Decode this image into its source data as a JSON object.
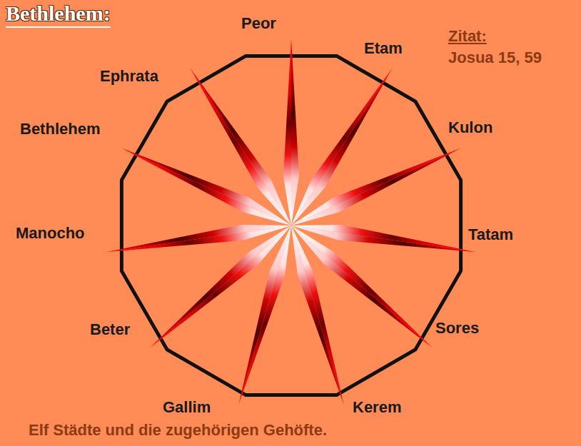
{
  "diagram": {
    "title": "Bethlehem:",
    "caption": "Elf Städte und die zugehörigen Gehöfte.",
    "labels": [
      "Zitat:",
      "Josua 15, 59",
      "Peor",
      "Etam",
      "Kulon",
      "Tatam",
      "Sores",
      "Kerem",
      "Gallim",
      "Beter",
      "Manocho",
      "Bethlehem",
      "Ephrata"
    ]
  }
}
